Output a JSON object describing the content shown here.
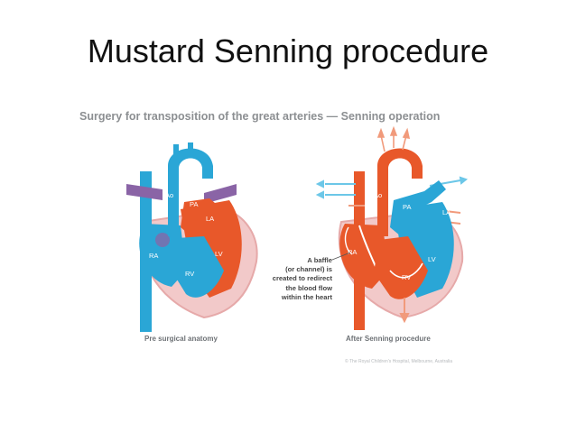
{
  "slide": {
    "title": "Mustard Senning procedure"
  },
  "figure": {
    "title": "Surgery for transposition of the great arteries — Senning operation",
    "left_caption": "Pre surgical anatomy",
    "right_caption": "After Senning procedure",
    "credit": "© The Royal Children's Hospital, Melbourne, Australia",
    "baffle_note": [
      "A baffle",
      "(or channel) is",
      "created to redirect",
      "the blood flow",
      "within the heart"
    ],
    "left_labels": {
      "ao": "Ao",
      "pa": "PA",
      "la": "LA",
      "ra": "RA",
      "lv": "LV",
      "rv": "RV"
    },
    "right_labels": {
      "ao": "Ao",
      "pa": "PA",
      "la": "LA",
      "ra": "RA",
      "lv": "LV",
      "rv": "RV"
    }
  },
  "colors": {
    "oxygenated": "#e8582a",
    "deoxygenated": "#2aa6d6",
    "pericardium": "#f2c9c9",
    "vessel_purple": "#8a64a6"
  }
}
